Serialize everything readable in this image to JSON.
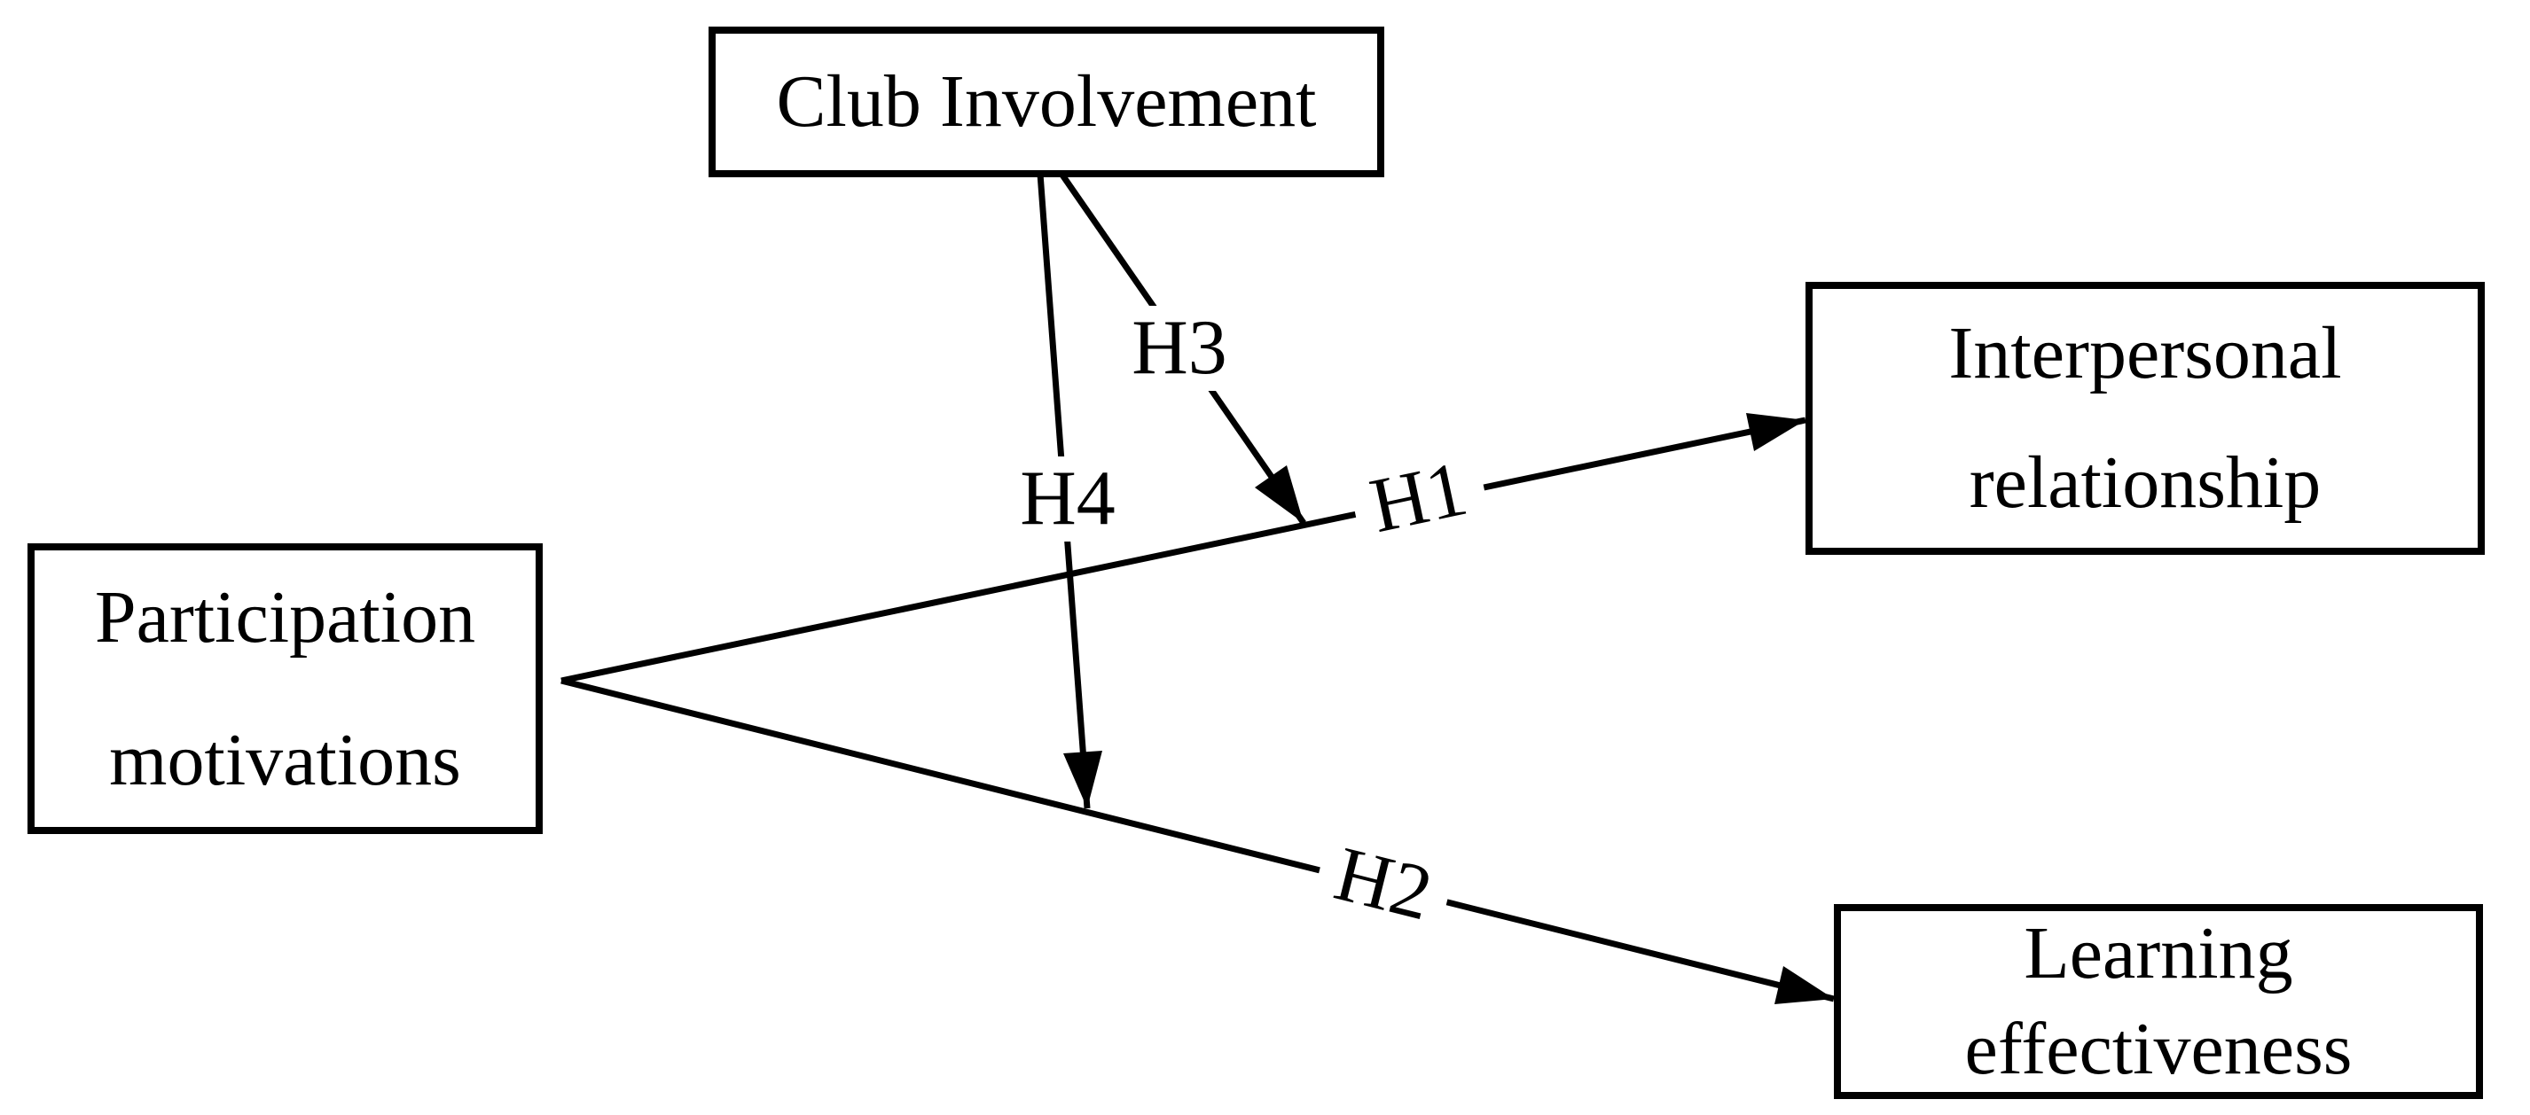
{
  "figure": {
    "type": "hypothesis-path-diagram",
    "background_color": "#ffffff",
    "stroke_color": "#000000",
    "nodes": {
      "club_involvement": {
        "label": "Club Involvement"
      },
      "participation_motivations": {
        "line1": "Participation",
        "line2": "motivations"
      },
      "interpersonal_relationship": {
        "line1": "Interpersonal",
        "line2": "relationship"
      },
      "learning_effectiveness": {
        "line1": "Learning",
        "line2": "effectiveness"
      }
    },
    "hypotheses": {
      "h1": {
        "label": "H1",
        "from": "Participation motivations",
        "to": "Interpersonal relationship"
      },
      "h2": {
        "label": "H2",
        "from": "Participation motivations",
        "to": "Learning effectiveness"
      },
      "h3": {
        "label": "H3",
        "from": "Club Involvement",
        "points_at": "H1 path"
      },
      "h4": {
        "label": "H4",
        "from": "Club Involvement",
        "points_at": "H2 path"
      }
    }
  }
}
